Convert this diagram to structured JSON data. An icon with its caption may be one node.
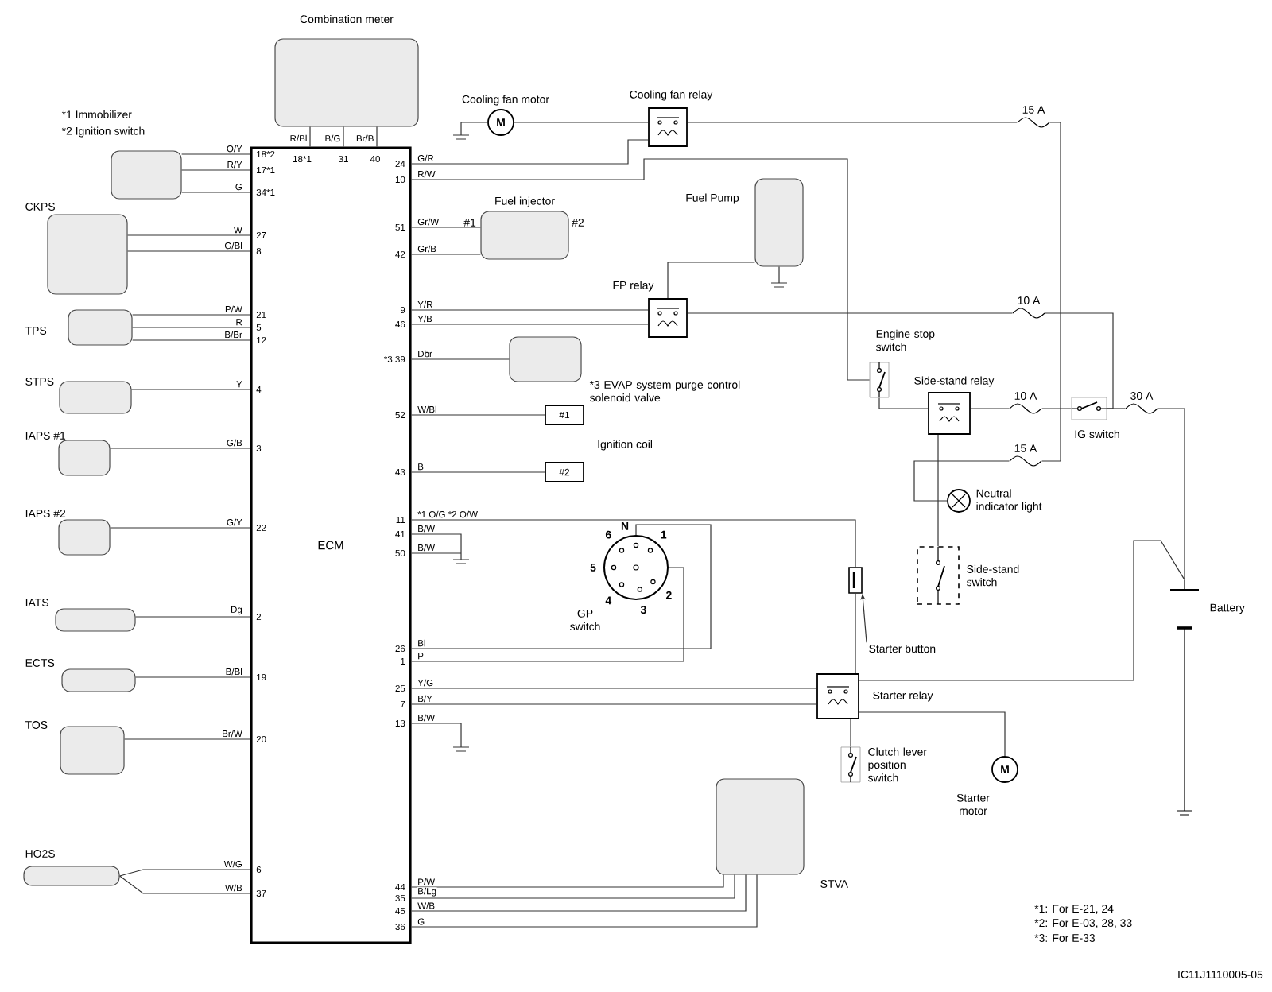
{
  "diagram": {
    "nodes": [
      {
        "text": [
          "ECM"
        ]
      },
      {
        "text": [
          "Combination meter"
        ]
      },
      {
        "text": [
          "*1 Immobilizer",
          "*2 Ignition switch"
        ]
      },
      {
        "text": [
          "CKPS"
        ]
      },
      {
        "text": [
          "TPS"
        ]
      },
      {
        "text": [
          "STPS"
        ]
      },
      {
        "text": [
          "IAPS #1"
        ]
      },
      {
        "text": [
          "IAPS #2"
        ]
      },
      {
        "text": [
          "IATS"
        ]
      },
      {
        "text": [
          "ECTS"
        ]
      },
      {
        "text": [
          "TOS"
        ]
      },
      {
        "text": [
          "HO2S"
        ]
      },
      {
        "text": [
          "Cooling fan motor",
          "M"
        ]
      },
      {
        "text": [
          "Cooling fan relay"
        ]
      },
      {
        "text": [
          "Fuel injector"
        ],
        "beside": [
          "#1",
          "#2"
        ]
      },
      {
        "text": [
          "Fuel Pump"
        ]
      },
      {
        "text": [
          "FP relay"
        ]
      },
      {
        "text": [
          "*3 EVAP system purge control solenoid valve"
        ]
      },
      {
        "text": [
          "#1"
        ]
      },
      {
        "text": [
          "#2"
        ]
      },
      {
        "text": [
          "GP switch"
        ],
        "beside": [
          "N",
          "1",
          "2",
          "3",
          "4",
          "5",
          "6"
        ]
      },
      {
        "text": [
          "STVA"
        ]
      },
      {
        "text": [
          "Engine stop switch"
        ]
      },
      {
        "text": [
          "Side-stand relay"
        ]
      },
      {
        "text": [
          "IG switch"
        ]
      },
      {
        "text": [
          "Neutral indicator light"
        ]
      },
      {
        "text": [
          "Side-stand switch"
        ]
      },
      {
        "text": [],
        "shape": "box"
      },
      {
        "text": [
          "Starter relay"
        ]
      },
      {
        "text": [
          "Clutch lever position switch"
        ]
      },
      {
        "text": [
          "M",
          "Starter motor"
        ]
      },
      {
        "text": [
          "Battery"
        ]
      },
      {
        "text": [
          "15 A"
        ]
      },
      {
        "text": [
          "10 A"
        ]
      },
      {
        "text": [
          "10 A"
        ]
      },
      {
        "text": [
          "30 A"
        ]
      },
      {
        "text": [
          "15 A"
        ]
      },
      {
        "text": [
          "Starter button"
        ]
      }
    ],
    "edges": [
      {
        "from": 2,
        "to": 0,
        "arrow": "none",
        "label": "O/Y"
      },
      {
        "from": 2,
        "to": 0,
        "arrow": "none",
        "label": "R/Y"
      },
      {
        "from": 2,
        "to": 0,
        "arrow": "none",
        "label": "G"
      },
      {
        "from": 3,
        "to": 0,
        "arrow": "none",
        "label": "W"
      },
      {
        "from": 3,
        "to": 0,
        "arrow": "none",
        "label": "G/Bl"
      },
      {
        "from": 4,
        "to": 0,
        "arrow": "none",
        "label": "P/W"
      },
      {
        "from": 4,
        "to": 0,
        "arrow": "none",
        "label": "R"
      },
      {
        "from": 4,
        "to": 0,
        "arrow": "none",
        "label": "B/Br"
      },
      {
        "from": 5,
        "to": 0,
        "arrow": "none",
        "label": "Y"
      },
      {
        "from": 6,
        "to": 0,
        "arrow": "none",
        "label": "G/B"
      },
      {
        "from": 7,
        "to": 0,
        "arrow": "none",
        "label": "G/Y"
      },
      {
        "from": 8,
        "to": 0,
        "arrow": "none",
        "label": "Dg"
      },
      {
        "from": 9,
        "to": 0,
        "arrow": "none",
        "label": "B/Bl"
      },
      {
        "from": 10,
        "to": 0,
        "arrow": "none",
        "label": "Br/W"
      },
      {
        "from": 11,
        "to": 0,
        "arrow": "none",
        "label": "W/G"
      },
      {
        "from": 11,
        "to": 0,
        "arrow": "none",
        "label": "W/B"
      },
      {
        "from": 1,
        "to": 0,
        "arrow": "none",
        "label": "R/Bl"
      },
      {
        "from": 1,
        "to": 0,
        "arrow": "none",
        "label": "B/G"
      },
      {
        "from": 1,
        "to": 0,
        "arrow": "none",
        "label": "Br/B"
      },
      {
        "from": 0,
        "to": 13,
        "arrow": "none",
        "label": "G/R"
      },
      {
        "from": 0,
        "to": 22,
        "arrow": "none",
        "label": "R/W"
      },
      {
        "from": 0,
        "to": 14,
        "arrow": "none",
        "label": "Gr/W"
      },
      {
        "from": 0,
        "to": 14,
        "arrow": "none",
        "label": "Gr/B"
      },
      {
        "from": 0,
        "to": 16,
        "arrow": "none",
        "label": "Y/R"
      },
      {
        "from": 0,
        "to": 16,
        "arrow": "none",
        "label": "Y/B"
      },
      {
        "from": 0,
        "to": 17,
        "arrow": "none",
        "label": "Dbr"
      },
      {
        "from": 0,
        "to": 18,
        "arrow": "none",
        "label": "W/Bl"
      },
      {
        "from": 0,
        "to": 19,
        "arrow": "none",
        "label": "B"
      },
      {
        "from": 0,
        "to": 27,
        "arrow": "none",
        "label": "*1 O/G *2 O/W"
      },
      {
        "from": 0,
        "to": null,
        "arrow": "none",
        "label": "B/W"
      },
      {
        "from": 0,
        "to": null,
        "arrow": "none",
        "label": "B/W"
      },
      {
        "from": 0,
        "to": 20,
        "arrow": "none",
        "label": "Bl"
      },
      {
        "from": 0,
        "to": 20,
        "arrow": "none",
        "label": "P"
      },
      {
        "from": 0,
        "to": 28,
        "arrow": "none",
        "label": "Y/G"
      },
      {
        "from": 0,
        "to": 28,
        "arrow": "none",
        "label": "B/Y"
      },
      {
        "from": 0,
        "to": null,
        "arrow": "none",
        "label": "B/W"
      },
      {
        "from": 0,
        "to": 21,
        "arrow": "none",
        "label": "P/W"
      },
      {
        "from": 0,
        "to": 21,
        "arrow": "none",
        "label": "B/Lg"
      },
      {
        "from": 0,
        "to": 21,
        "arrow": "none",
        "label": "W/B"
      },
      {
        "from": 0,
        "to": 21,
        "arrow": "none",
        "label": "G"
      },
      {
        "from": 12,
        "to": null,
        "arrow": "none"
      },
      {
        "from": 12,
        "to": 13,
        "arrow": "none"
      },
      {
        "from": 13,
        "to": 32,
        "arrow": "none"
      },
      {
        "from": 32,
        "to": 36,
        "arrow": "none"
      },
      {
        "from": 16,
        "to": 33,
        "arrow": "none"
      },
      {
        "from": 33,
        "to": 24,
        "arrow": "none"
      },
      {
        "from": 34,
        "to": 24,
        "arrow": "none"
      },
      {
        "from": 24,
        "to": 35,
        "arrow": "none"
      },
      {
        "from": 35,
        "to": 31,
        "arrow": "none"
      },
      {
        "from": 23,
        "to": 34,
        "arrow": "none"
      },
      {
        "from": 22,
        "to": 23,
        "arrow": "none"
      },
      {
        "from": 36,
        "to": 25,
        "arrow": "none"
      },
      {
        "from": 26,
        "to": 23,
        "arrow": "none"
      },
      {
        "from": 27,
        "to": 28,
        "arrow": "none"
      },
      {
        "from": 37,
        "to": 27,
        "arrow": "to"
      },
      {
        "from": 28,
        "to": 30,
        "arrow": "none"
      },
      {
        "from": 28,
        "to": 31,
        "arrow": "none"
      },
      {
        "from": 29,
        "to": 28,
        "arrow": "none"
      },
      {
        "from": 15,
        "to": 16,
        "arrow": "none"
      },
      {
        "from": 15,
        "to": null,
        "arrow": "none"
      }
    ],
    "labels": [
      "18*1",
      "31",
      "40",
      "18*2",
      "17*1",
      "34*1",
      "27",
      "8",
      "21",
      "5",
      "12",
      "4",
      "3",
      "22",
      "2",
      "19",
      "20",
      "6",
      "37",
      "24",
      "10",
      "51",
      "42",
      "9",
      "46",
      "*3 39",
      "52",
      "43",
      "11",
      "41",
      "50",
      "26",
      "1",
      "25",
      "7",
      "13",
      "44",
      "35",
      "45",
      "36",
      "Ignition coil",
      "*1: For E-21, 24",
      "*2: For E-03, 28, 33",
      "*3: For E-33",
      "IC11J1110005-05"
    ]
  }
}
